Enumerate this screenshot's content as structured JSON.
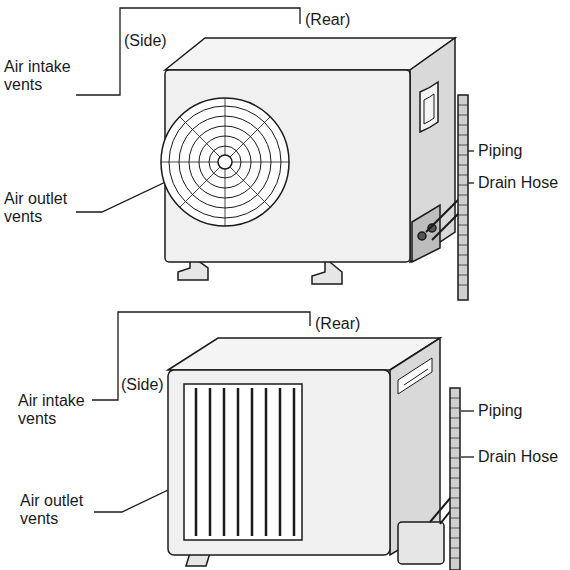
{
  "diagram": {
    "labels": [
      "(Rear)",
      "(Side)",
      "Air intake vents",
      "Air outlet vents",
      "Piping",
      "Drain Hose",
      "(Rear)",
      "(Side)",
      "Air intake vents",
      "Air outlet vents",
      "Piping",
      "Drain Hose"
    ]
  }
}
